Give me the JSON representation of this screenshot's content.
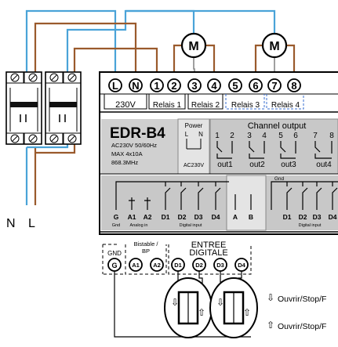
{
  "top_terminals": [
    {
      "label": "L"
    },
    {
      "label": "N"
    },
    {
      "label": "1"
    },
    {
      "label": "2"
    },
    {
      "label": "3"
    },
    {
      "label": "4"
    },
    {
      "label": "5"
    },
    {
      "label": "6"
    },
    {
      "label": "7"
    },
    {
      "label": "8"
    }
  ],
  "top_groups": [
    "230V",
    "Relais 1",
    "Relais 2",
    "Relais 3",
    "Relais 4"
  ],
  "motor_label": "M",
  "supply_labels": {
    "n": "N",
    "l": "L"
  },
  "device": {
    "model": "EDR-B4",
    "specs": [
      "AC230V 50/60Hz",
      "MAX 4x10A",
      "868.3MHz"
    ],
    "power_title": "Power",
    "power_terms": [
      "L",
      "N"
    ],
    "power_sub": "AC230V",
    "channel_title": "Channel output",
    "channel_numbers": [
      "1",
      "2",
      "3",
      "4",
      "5",
      "6",
      "7",
      "8"
    ],
    "outputs": [
      "out1",
      "out2",
      "out3",
      "out4"
    ],
    "left_inputs": [
      "G",
      "A1",
      "A2",
      "D1",
      "D2",
      "D3",
      "D4"
    ],
    "left_sub": [
      "Gnd",
      "Analog in",
      "Digital input"
    ],
    "mid_inputs": [
      "A",
      "B"
    ],
    "right_gnd": "Gnd",
    "right_inputs": [
      "D1",
      "D2",
      "D3",
      "D4"
    ],
    "right_sub": "Digital input"
  },
  "bottom": {
    "gnd": "GND",
    "bistable_line1": "Bistable /",
    "bistable_line2": "BP",
    "entree_line1": "ENTREE",
    "entree_line2": "DIGITALE",
    "terminals": [
      "G",
      "A1",
      "A2",
      "D1",
      "D2",
      "D3",
      "D4"
    ]
  },
  "notes": [
    "Ouvrir/Stop/F",
    "Ouvrir/Stop/F"
  ],
  "wire_colors": {
    "blue": "#4aa3d8",
    "brown": "#9a5a2c"
  }
}
